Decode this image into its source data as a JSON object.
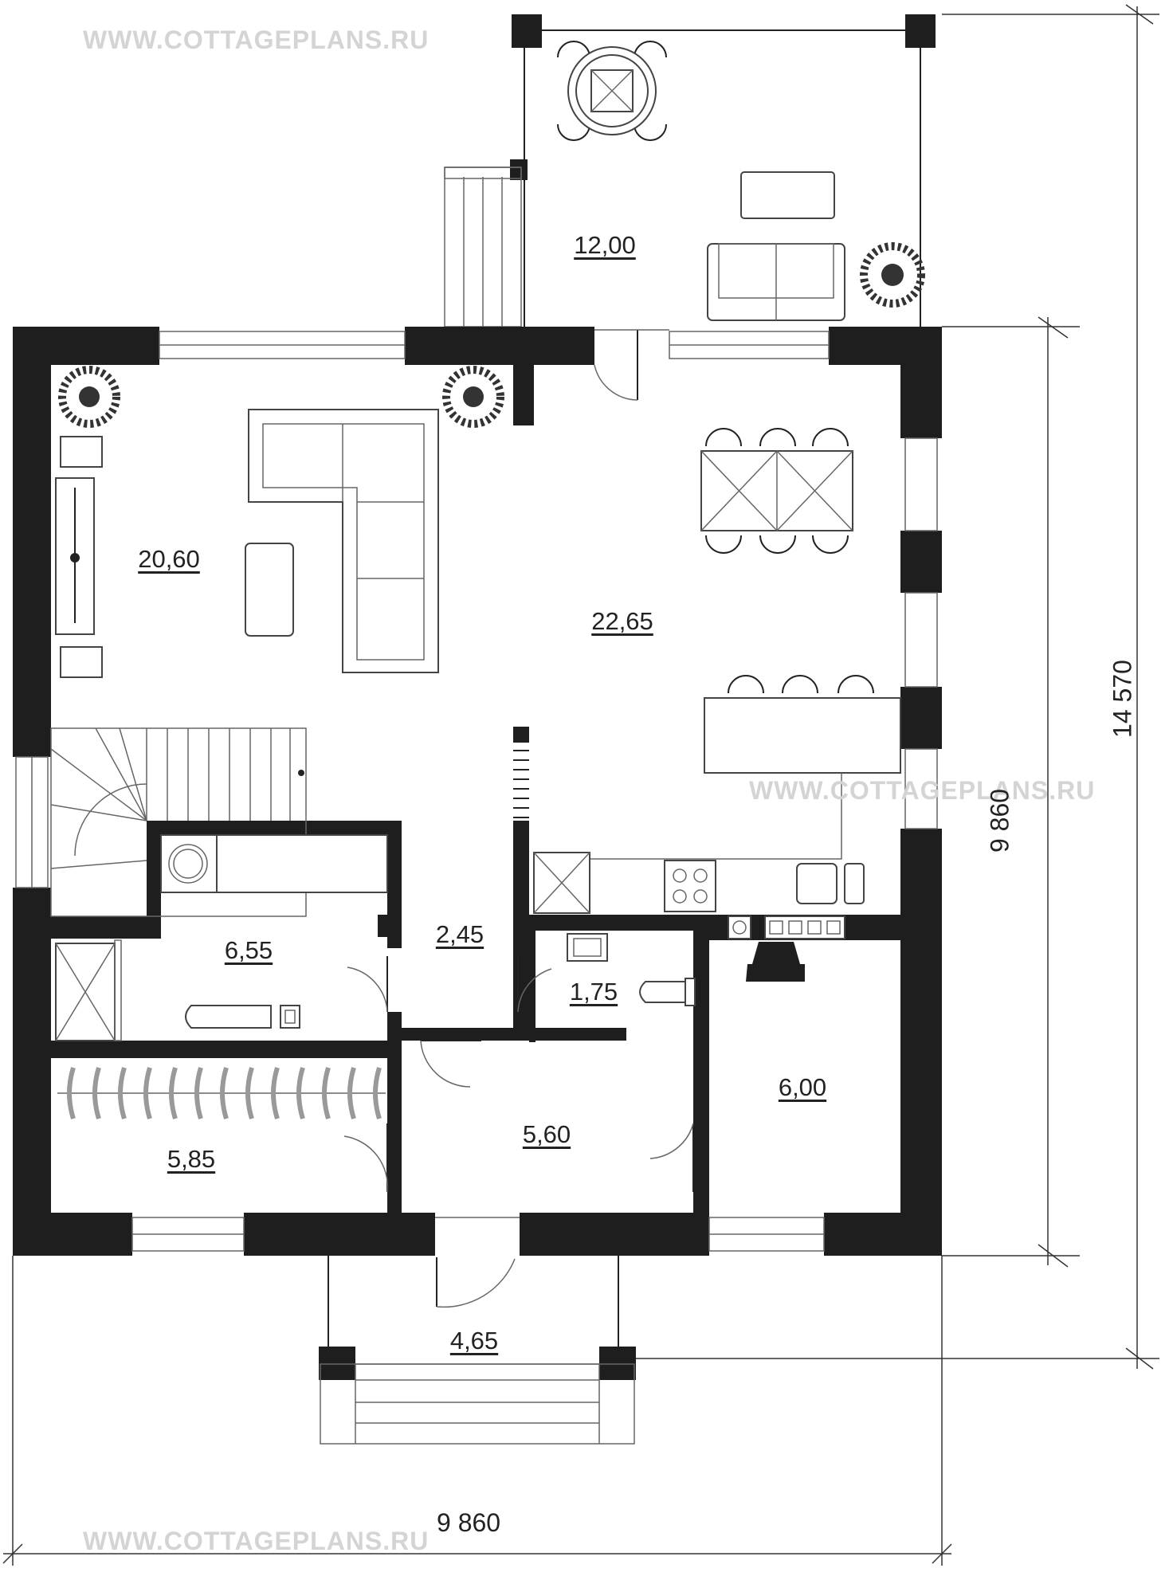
{
  "watermarks": {
    "top": "WWW.COTTAGEPLANS.RU",
    "middle": "WWW.COTTAGEPLANS.RU",
    "bottom": "WWW.COTTAGEPLANS.RU"
  },
  "rooms": {
    "terrace": "12,00",
    "living": "20,60",
    "kitchen_dining": "22,65",
    "laundry": "6,55",
    "hall": "2,45",
    "wc": "1,75",
    "boiler": "6,00",
    "wardrobe": "5,85",
    "entry": "5,60",
    "porch": "4,65"
  },
  "dimensions": {
    "width": "9 860",
    "depth_house": "9 860",
    "depth_total": "14 570"
  }
}
